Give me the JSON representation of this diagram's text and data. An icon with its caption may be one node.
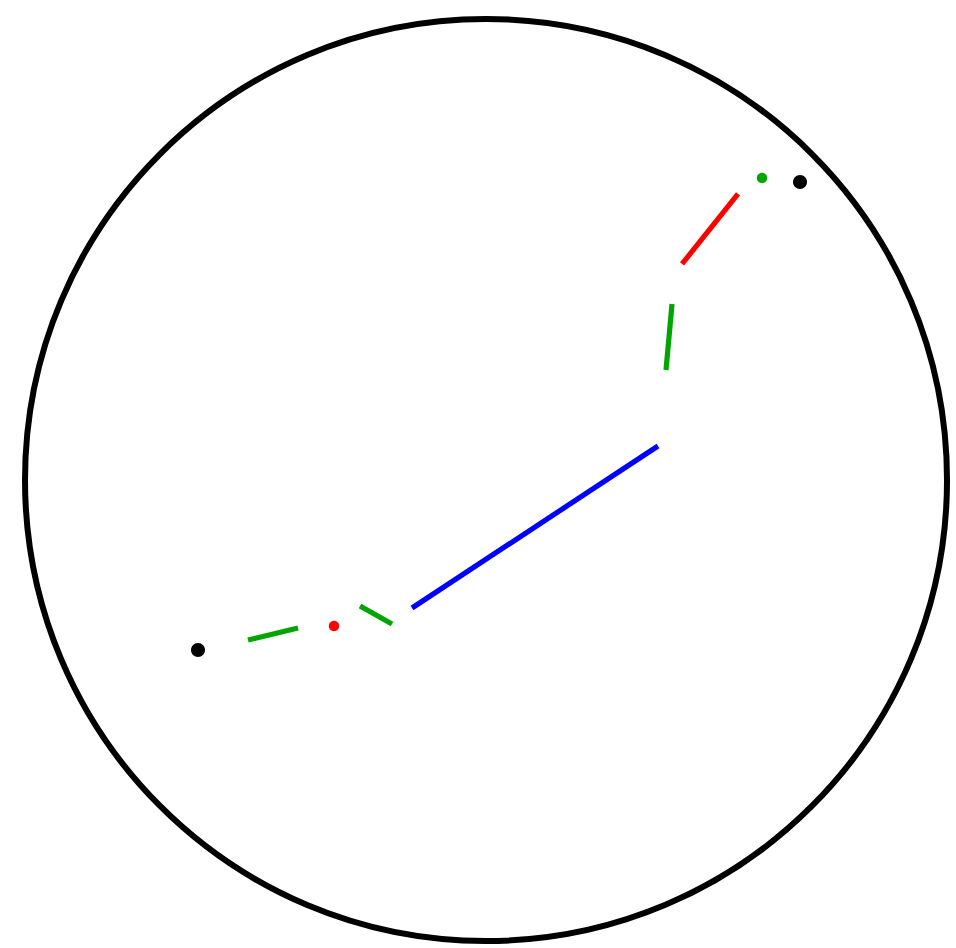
{
  "diagram": {
    "nodes": [
      {
        "text": [],
        "shape": "circle"
      },
      {
        "text": [],
        "shape": "circle",
        "in": 0
      },
      {
        "text": [],
        "shape": "circle",
        "in": 0
      }
    ]
  }
}
